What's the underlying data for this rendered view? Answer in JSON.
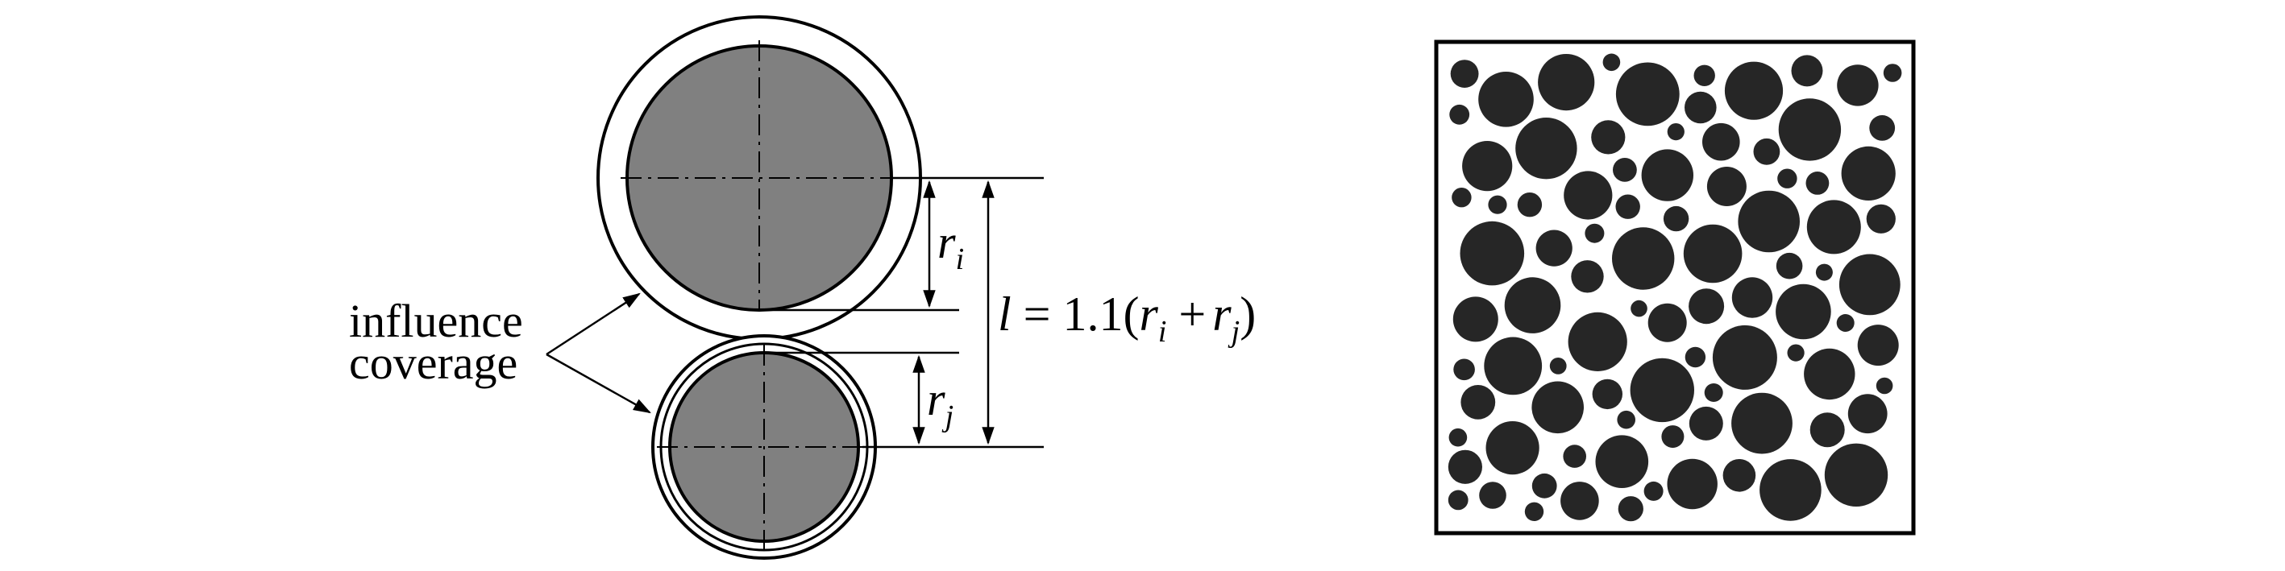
{
  "diagram": {
    "label_line1": "influence",
    "label_line2": "coverage",
    "r_i": {
      "var": "r",
      "sub": "i"
    },
    "r_j": {
      "var": "r",
      "sub": "j"
    },
    "formula": {
      "l": "l",
      "eq": " = 1.1(",
      "r1": "r",
      "s1": "i",
      "plus": " +",
      "r2": "r",
      "s2": "j",
      "close": ")"
    }
  },
  "colors": {
    "particle_fill": "#808080",
    "packing_particle": "#262626",
    "stroke": "#000000",
    "background": "#ffffff"
  }
}
